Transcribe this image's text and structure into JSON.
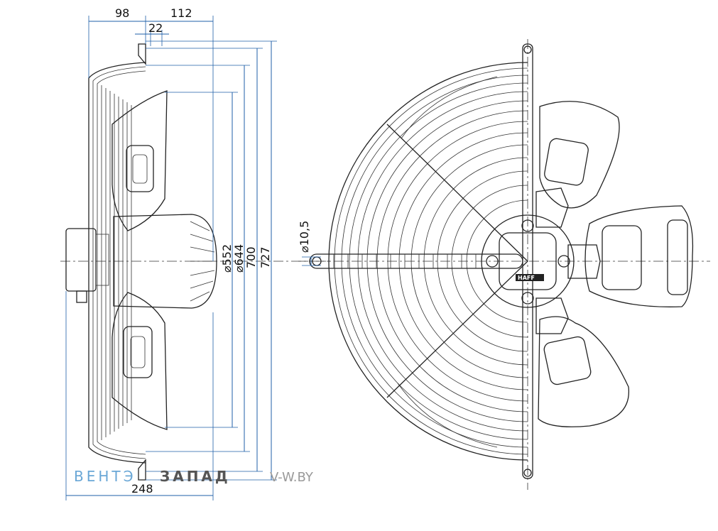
{
  "dimensions": {
    "top_left": "98",
    "top_right": "112",
    "inner": "22",
    "bottom": "248",
    "d552": "⌀552",
    "d644": "⌀644",
    "h700": "700",
    "h727": "727",
    "hole": "⌀10,5"
  },
  "watermark": {
    "part1": "ВЕНТЭ",
    "part2": "ЗАПАД",
    "part3": "V-W.BY"
  },
  "nameplate": "HAFF",
  "colors": {
    "dimension_lines": "#1f5fa8",
    "drawing_lines": "#222222",
    "logo_blue": "#6aa7d6",
    "logo_gray": "#555555"
  }
}
